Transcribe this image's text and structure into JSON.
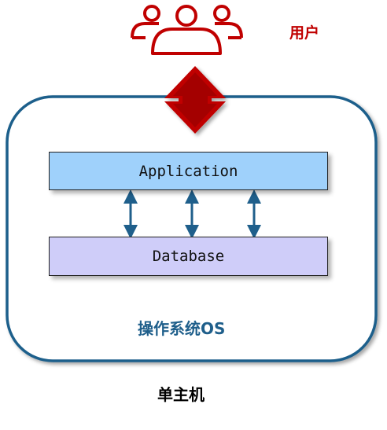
{
  "user": {
    "label": "用户"
  },
  "application": {
    "label": "Application"
  },
  "database": {
    "label": "Database"
  },
  "os": {
    "label": "操作系统OS"
  },
  "host": {
    "label": "单主机"
  },
  "colors": {
    "user_accent": "#c00000",
    "container_stroke": "#1f5f8b",
    "application_fill": "#9fd1fb",
    "database_fill": "#cfcdf9",
    "connector": "#1f5f8b"
  },
  "icons": [
    "users-icon",
    "bidirectional-arrow-icon"
  ]
}
